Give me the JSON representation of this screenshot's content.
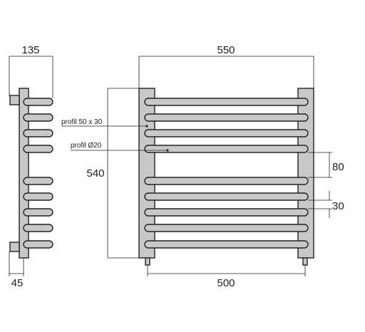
{
  "dimensions": {
    "side_depth": "135",
    "side_offset": "45",
    "total_width": "550",
    "total_height": "540",
    "axis_width": "500",
    "bar_spacing_group": "80",
    "bar_spacing": "30"
  },
  "labels": {
    "profile_frame": "profil 50 x 30",
    "profile_bar": "profil Ø20"
  }
}
